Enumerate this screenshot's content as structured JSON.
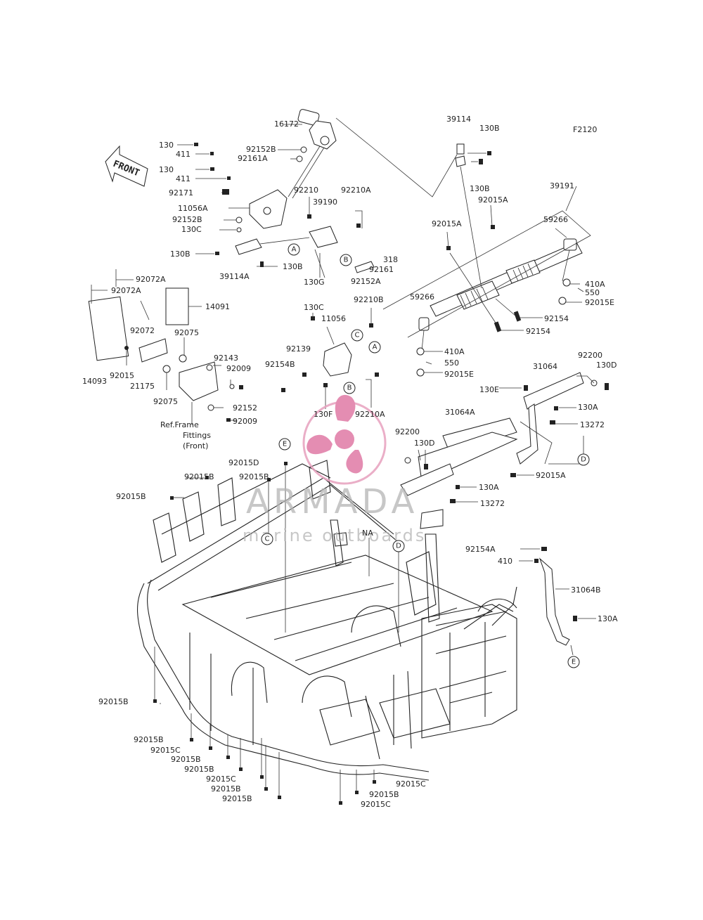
{
  "diagram_code": "F2120",
  "front_arrow": "FRONT",
  "ref_note": "Ref.Frame\nFittings\n(Front)",
  "watermark": {
    "brand": "ARMADA",
    "tagline": "marine outboards",
    "color": "#d6336c"
  },
  "callouts": [
    "A",
    "B",
    "C",
    "D",
    "E"
  ],
  "labels": [
    "16172",
    "130",
    "411",
    "92152B",
    "92161A",
    "130",
    "411",
    "92171",
    "11056A",
    "92152B",
    "130C",
    "130B",
    "39114A",
    "130B",
    "92210",
    "39190",
    "92210A",
    "318",
    "92161",
    "92152A",
    "130G",
    "39114",
    "130B",
    "130B",
    "92015A",
    "39191",
    "92015A",
    "59266",
    "410A",
    "550",
    "92015E",
    "92154",
    "92154",
    "59266",
    "410A",
    "550",
    "92015E",
    "92072A",
    "92072A",
    "14091",
    "92072",
    "14093",
    "92015",
    "21175",
    "92075",
    "92075",
    "92143",
    "92009",
    "92152",
    "92009",
    "130C",
    "11056",
    "92210B",
    "92139",
    "92154B",
    "130F",
    "92210A",
    "31064",
    "92200",
    "130D",
    "130E",
    "130A",
    "13272",
    "31064A",
    "92200",
    "130D",
    "92015A",
    "130A",
    "13272",
    "92015D",
    "92015B",
    "92015B",
    "92015B",
    "NA",
    "92154A",
    "410",
    "31064B",
    "130A",
    "92015B",
    "92015B",
    "92015C",
    "92015B",
    "92015B",
    "92015C",
    "92015B",
    "92015B",
    "92015C",
    "92015B",
    "92015C"
  ]
}
